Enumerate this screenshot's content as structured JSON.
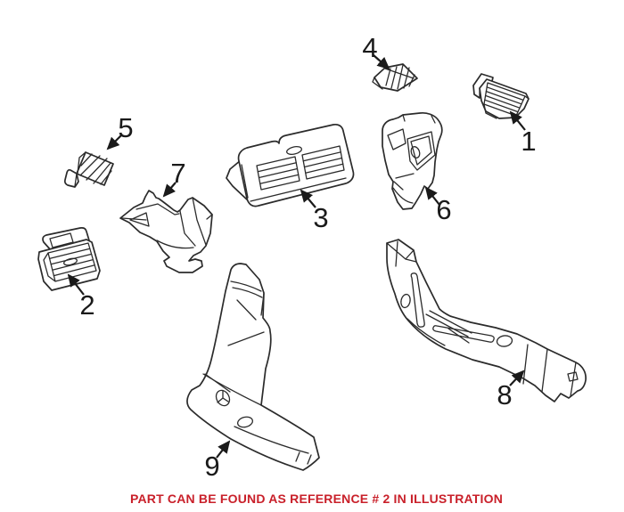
{
  "colors": {
    "background": "#ffffff",
    "line": "#2b2b2b",
    "label": "#1a1a1a",
    "note": "#c9202a"
  },
  "labels": [
    {
      "ref": "1"
    },
    {
      "ref": "2"
    },
    {
      "ref": "3"
    },
    {
      "ref": "4"
    },
    {
      "ref": "5"
    },
    {
      "ref": "6"
    },
    {
      "ref": "7"
    },
    {
      "ref": "8"
    },
    {
      "ref": "9"
    }
  ],
  "footer": {
    "text": "PART CAN BE FOUND AS REFERENCE # 2 IN ILLUSTRATION"
  }
}
